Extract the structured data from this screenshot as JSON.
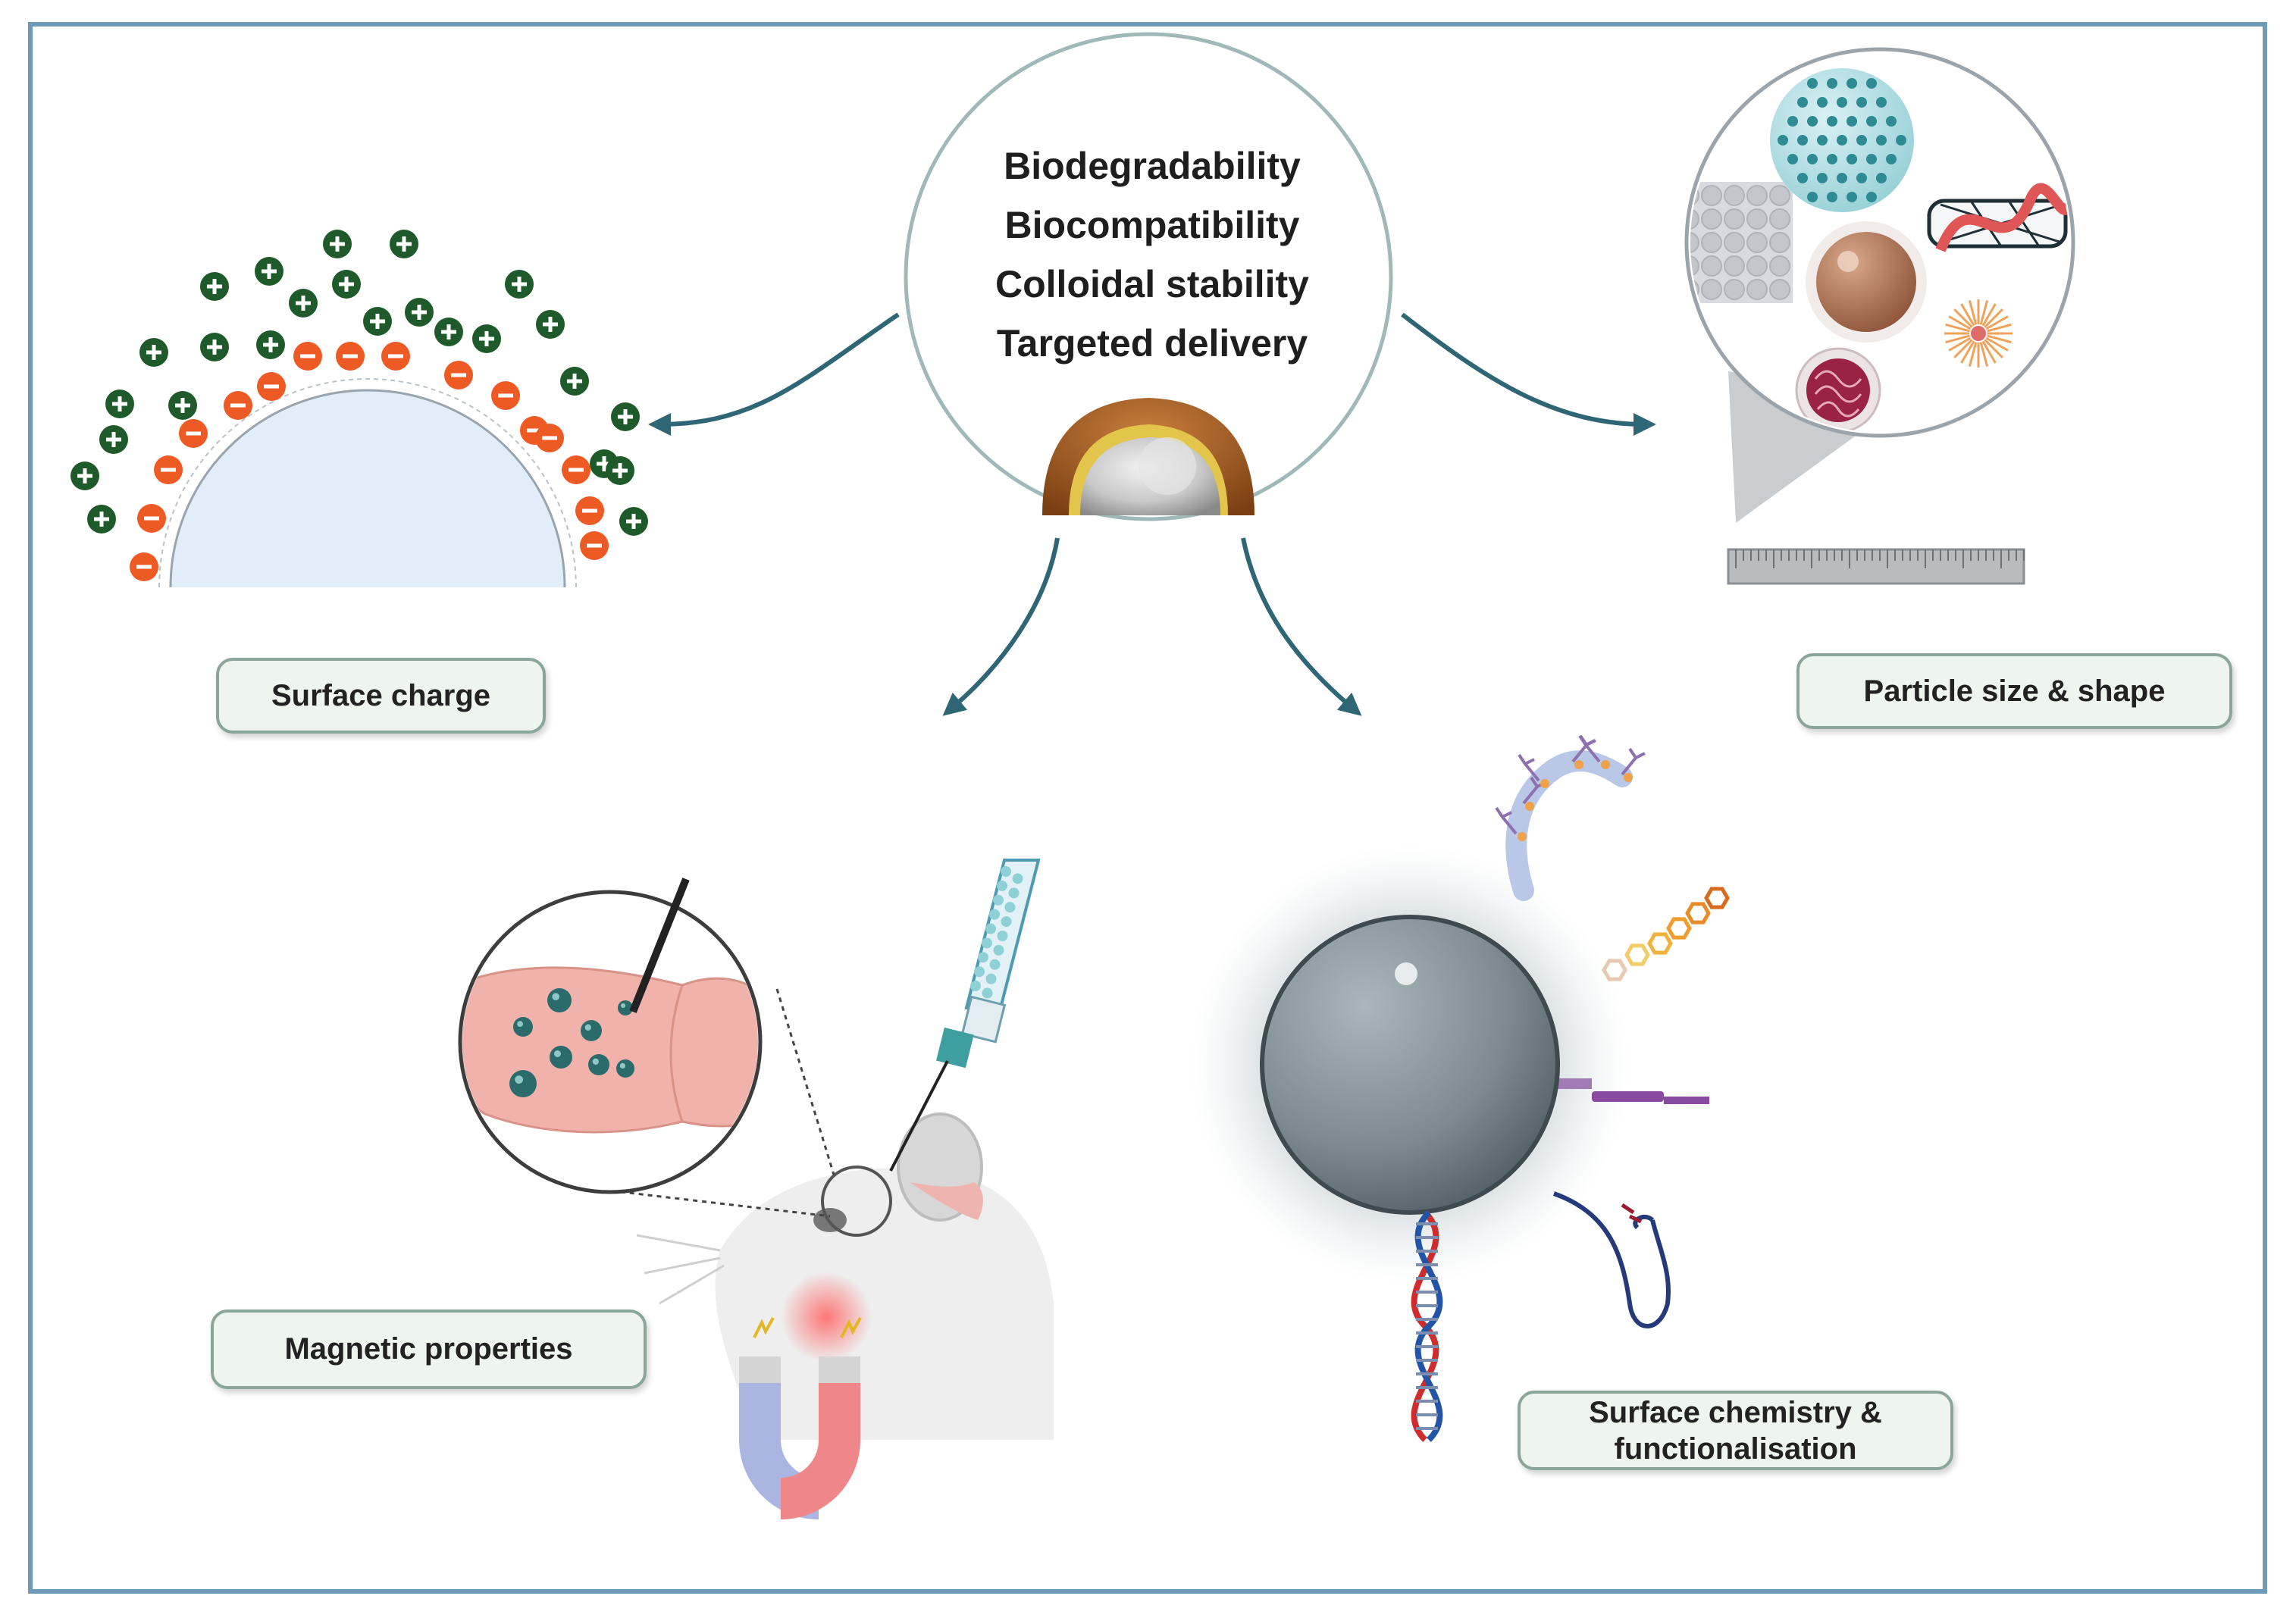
{
  "center": {
    "properties": [
      "Biodegradability",
      "Biocompatibility",
      "Colloidal stability",
      "Targeted delivery"
    ]
  },
  "labels": {
    "surface_charge": "Surface charge",
    "particle_size_shape": "Particle size & shape",
    "magnetic_properties": "Magnetic properties",
    "surface_chemistry_line1": "Surface chemistry &",
    "surface_chemistry_line2": "functionalisation"
  },
  "colors": {
    "frame": "#6f9ab7",
    "arrow": "#2f6676",
    "positive_charge": "#1f5a2a",
    "negative_charge": "#ee5a24",
    "particle_core": "#e1eefa",
    "nanoparticle": "#7d8b91",
    "label_border": "#8aa69b",
    "label_fill": "#eef5ef"
  },
  "icons": {
    "positive": "plus-icon",
    "negative": "minus-icon",
    "magnet": "magnet-icon",
    "syringe": "syringe-icon",
    "dna": "dna-icon",
    "ruler": "ruler-icon"
  }
}
